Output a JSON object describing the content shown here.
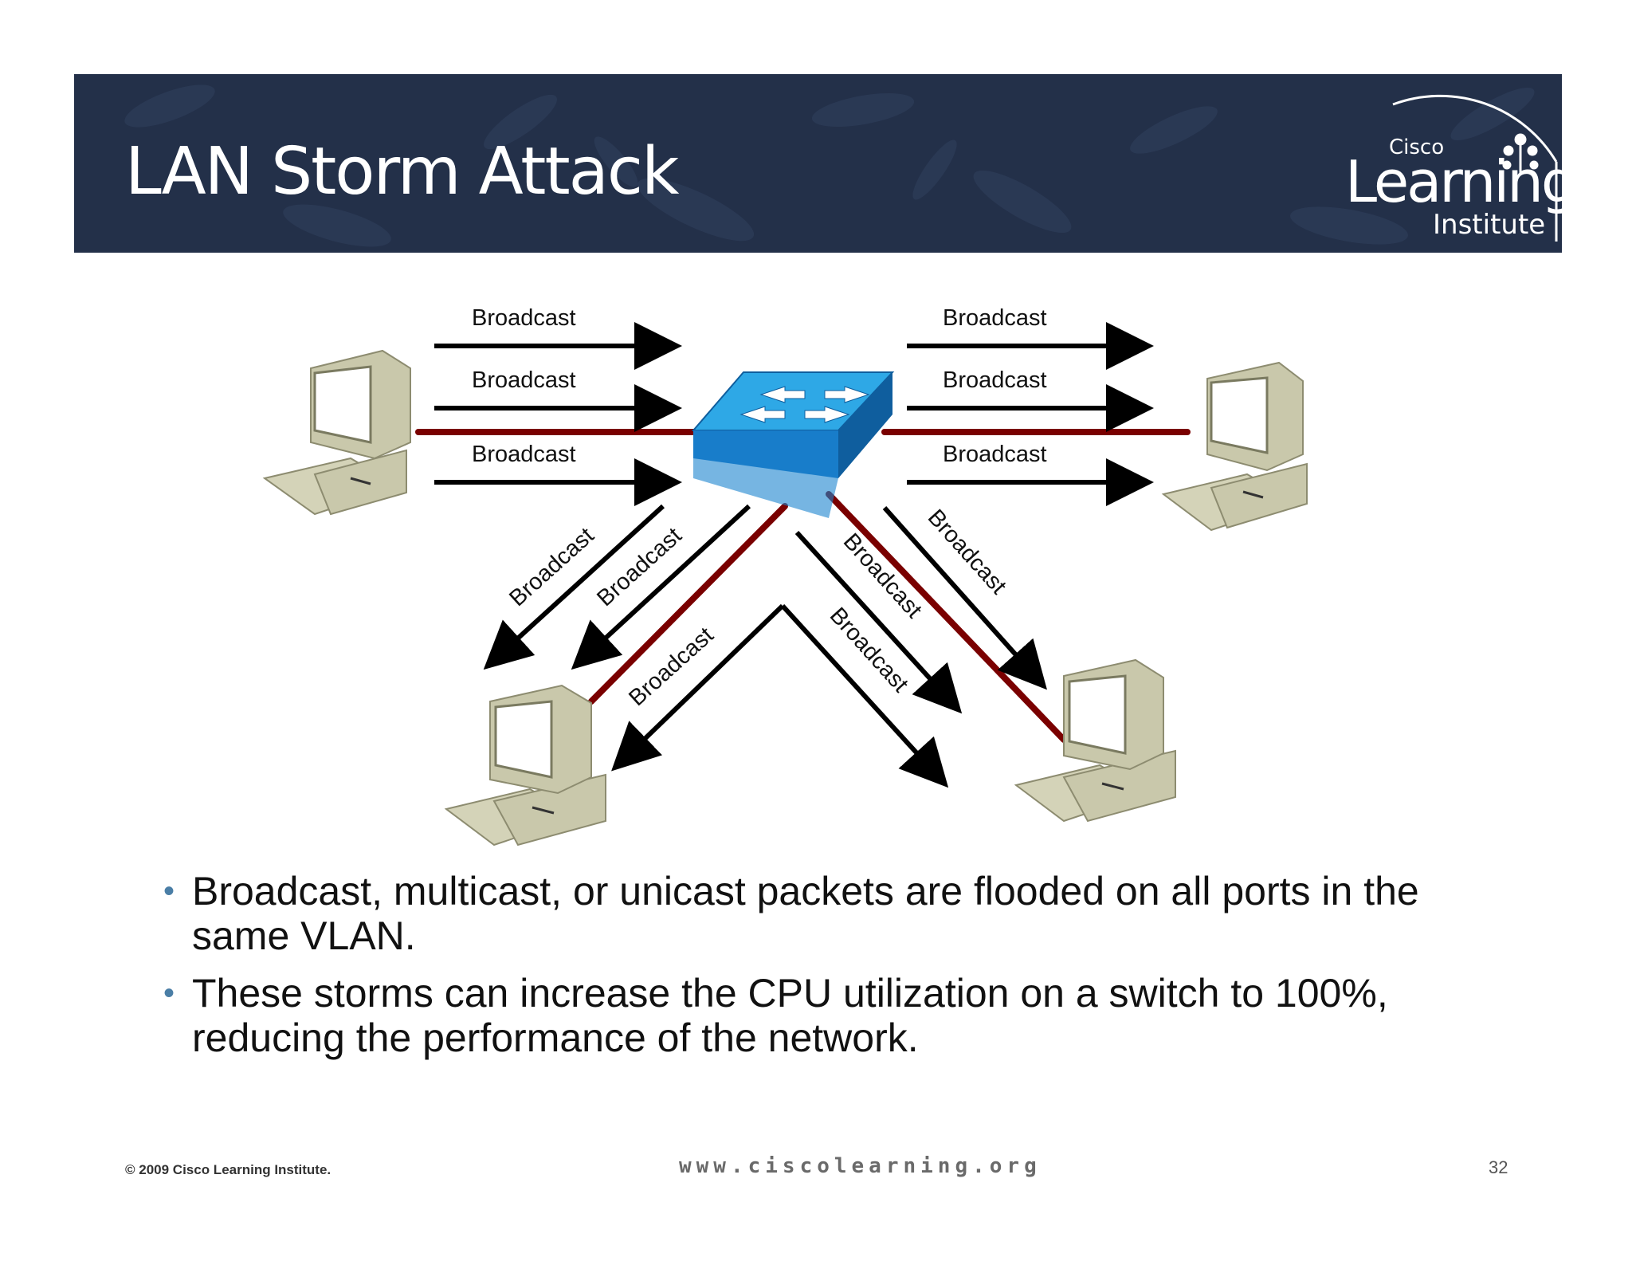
{
  "slide": {
    "title": "LAN Storm Attack"
  },
  "logo": {
    "brand_small": "Cisco",
    "brand_large": "Learning",
    "brand_sub": "Institute"
  },
  "diagram": {
    "arrow_label": "Broadcast",
    "colors": {
      "link": "#7a0000",
      "arrow": "#000000",
      "switch_top": "#2ea8e6",
      "switch_side": "#1473c2",
      "pc_body": "#c9c8ab"
    }
  },
  "bullets": [
    "Broadcast, multicast, or unicast packets are flooded on all ports in the same VLAN.",
    "These storms can increase the CPU utilization on a switch to 100%, reducing the performance of the network."
  ],
  "footer": {
    "copyright": "© 2009 Cisco Learning Institute.",
    "url": "www.ciscolearning.org",
    "page_number": "32"
  }
}
